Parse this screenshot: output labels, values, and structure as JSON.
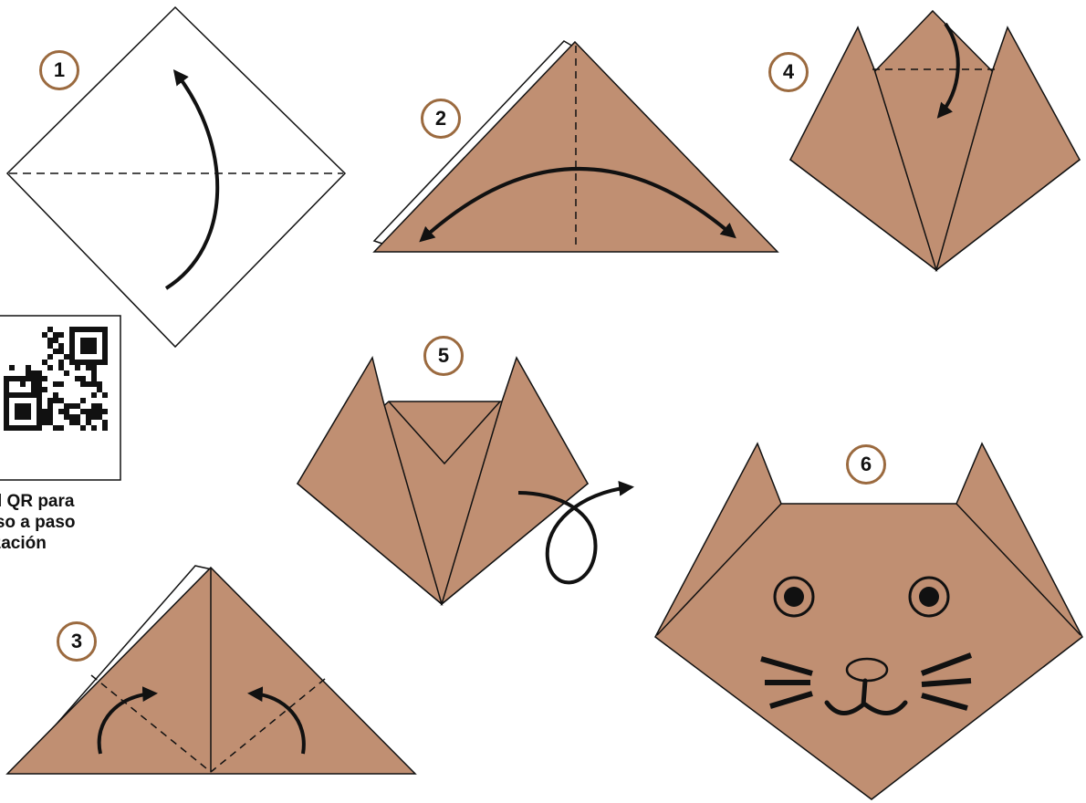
{
  "colors": {
    "paper": "#c08f72",
    "line": "#111111",
    "badge_border": "#9b6a3f",
    "white": "#ffffff"
  },
  "steps": [
    {
      "number": "1"
    },
    {
      "number": "2"
    },
    {
      "number": "3"
    },
    {
      "number": "4"
    },
    {
      "number": "5"
    },
    {
      "number": "6"
    }
  ],
  "qr": {
    "caption_lines": [
      "ea el QR para",
      "r paso a paso",
      "ealización"
    ]
  }
}
